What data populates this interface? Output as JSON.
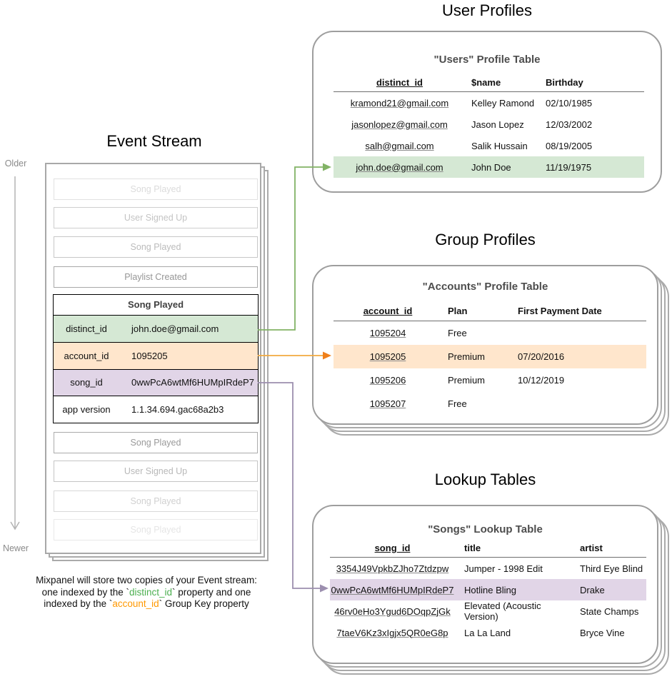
{
  "titles": {
    "event_stream": "Event Stream",
    "user_profiles": "User Profiles",
    "group_profiles": "Group Profiles",
    "lookup_tables": "Lookup Tables"
  },
  "timeline": {
    "older": "Older",
    "newer": "Newer"
  },
  "event_stream": {
    "faded_events_top": [
      {
        "label": "Song Played"
      },
      {
        "label": "User Signed Up"
      },
      {
        "label": "Song Played"
      },
      {
        "label": "Playlist Created"
      }
    ],
    "selected_event": {
      "title": "Song Played",
      "properties": [
        {
          "key": "distinct_id",
          "value": "john.doe@gmail.com",
          "highlight": "green"
        },
        {
          "key": "account_id",
          "value": "1095205",
          "highlight": "orange"
        },
        {
          "key": "song_id",
          "value": "0wwPcA6wtMf6HUMpIRdeP7",
          "highlight": "purple"
        },
        {
          "key": "app version",
          "value": "1.1.34.694.gac68a2b3",
          "highlight": "none"
        }
      ]
    },
    "faded_events_bottom": [
      {
        "label": "Song Played"
      },
      {
        "label": "User Signed Up"
      },
      {
        "label": "Song Played"
      },
      {
        "label": "Song Played"
      }
    ]
  },
  "user_profiles": {
    "card_title": "\"Users\" Profile Table",
    "columns": [
      "distinct_id",
      "$name",
      "Birthday"
    ],
    "rows": [
      {
        "distinct_id": "kramond21@gmail.com",
        "name": "Kelley Ramond",
        "birthday": "02/10/1985"
      },
      {
        "distinct_id": "jasonlopez@gmail.com",
        "name": "Jason Lopez",
        "birthday": "12/03/2002"
      },
      {
        "distinct_id": "salh@gmail.com",
        "name": "Salik Hussain",
        "birthday": "08/19/2005"
      },
      {
        "distinct_id": "john.doe@gmail.com",
        "name": "John Doe",
        "birthday": "11/19/1975"
      }
    ],
    "highlighted_row": 3
  },
  "group_profiles": {
    "card_title": "\"Accounts\" Profile Table",
    "columns": [
      "account_id",
      "Plan",
      "First Payment Date"
    ],
    "rows": [
      {
        "account_id": "1095204",
        "plan": "Free",
        "first_payment_date": ""
      },
      {
        "account_id": "1095205",
        "plan": "Premium",
        "first_payment_date": "07/20/2016"
      },
      {
        "account_id": "1095206",
        "plan": "Premium",
        "first_payment_date": "10/12/2019"
      },
      {
        "account_id": "1095207",
        "plan": "Free",
        "first_payment_date": ""
      }
    ],
    "highlighted_row": 1
  },
  "lookup_tables": {
    "card_title": "\"Songs\" Lookup Table",
    "columns": [
      "song_id",
      "title",
      "artist"
    ],
    "rows": [
      {
        "song_id": "3354J49VpkbZJho7Ztdzpw",
        "title": "Jumper - 1998 Edit",
        "artist": "Third Eye Blind"
      },
      {
        "song_id": "0wwPcA6wtMf6HUMpIRdeP7",
        "title": "Hotline Bling",
        "artist": "Drake"
      },
      {
        "song_id": "46rv0eHo3Ygud6DOqpZjGk",
        "title": "Elevated (Acoustic Version)",
        "artist": "State Champs"
      },
      {
        "song_id": "7taeV6Kz3xIgjx5QR0eG8p",
        "title": "La La Land",
        "artist": "Bryce Vine"
      }
    ],
    "highlighted_row": 1
  },
  "caption": {
    "line1": "Mixpanel will store two copies of your Event stream:",
    "line2_pre": "one indexed by the `",
    "line2_key": "distinct_id",
    "line2_post": "` property and one",
    "line3_pre": "indexed by the `",
    "line3_key": "account_id",
    "line3_post": "` Group Key property"
  },
  "colors": {
    "highlight_green": "#d5e8d4",
    "highlight_orange": "#ffe6cc",
    "highlight_purple": "#e1d5e7",
    "arrow_green": "#82b366",
    "arrow_orange_line": "#f2a93f",
    "arrow_orange_head": "#ef7f1a",
    "arrow_purple": "#9c8faf",
    "timeline_arrow": "#b3b3b3",
    "caption_green": "#4caf50",
    "caption_orange": "#ff9800"
  }
}
